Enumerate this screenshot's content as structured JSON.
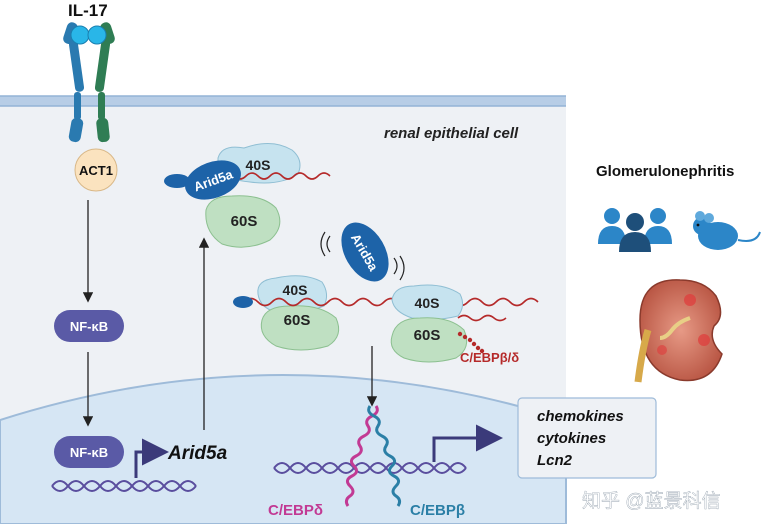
{
  "labels": {
    "il17": "IL-17",
    "cell": "renal epithelial cell",
    "act1": "ACT1",
    "nfkb_top": "NF-κB",
    "nfkb_bottom": "NF-κB",
    "arid5a_gene": "Arid5a",
    "arid5a_protein_1": "Arid5a",
    "arid5a_protein_2": "Arid5a",
    "ribo_40s_a": "40S",
    "ribo_60s_a": "60S",
    "ribo_40s_b": "40S",
    "ribo_60s_b": "60S",
    "ribo_40s_c": "40S",
    "ribo_60s_c": "60S",
    "cebp_mrna": "C/EBPβ/δ",
    "cebp_delta": "C/EBPδ",
    "cebp_beta": "C/EBPβ",
    "glomerulonephritis": "Glomerulonephritis",
    "target_1": "chemokines",
    "target_2": "cytokines",
    "target_3": "Lcn2",
    "watermark": "知乎 @蓝景科信"
  },
  "colors": {
    "cytoplasm": "#eef1f5",
    "membrane": "#b7cde6",
    "nucleus": "#d6e6f4",
    "receptor_blue": "#2a7ab0",
    "receptor_green": "#2f7d54",
    "il17_ball": "#29b6e8",
    "act1_fill": "#fbe3bf",
    "nfkb_fill": "#5a5aa6",
    "arid5a_fill": "#1d63a8",
    "ribo_40s": "#c6e3ef",
    "ribo_60s": "#bfe0c2",
    "mrna_red": "#b52a2a",
    "dna_purple": "#5a4e9e",
    "cebp_delta": "#c23a94",
    "cebp_beta": "#2b7fa6",
    "arrow_navy": "#3b3a7a",
    "people_blue": "#2c86c8",
    "people_dark": "#1e4f7a",
    "kidney": "#b5503e"
  }
}
